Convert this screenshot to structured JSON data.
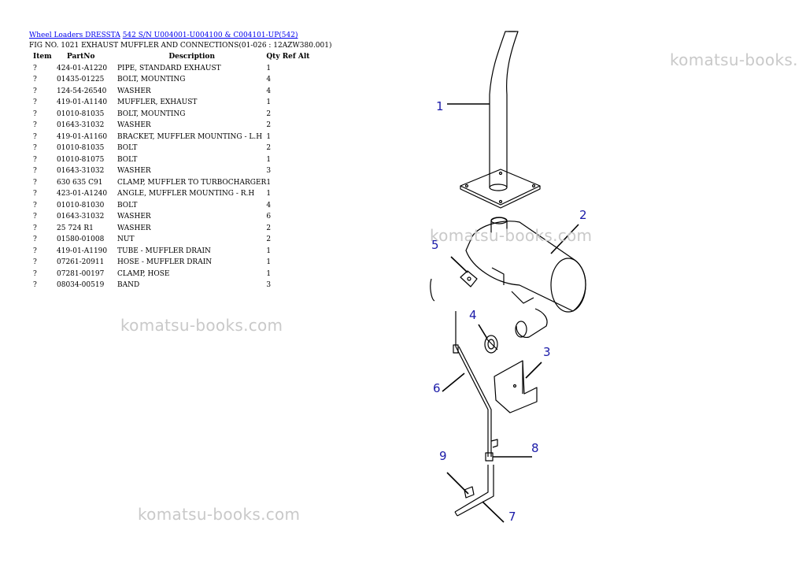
{
  "breadcrumb": {
    "model_link": "Wheel Loaders DRESSTA",
    "serial_link": "542 S/N U004001-U004100 & C004101-UP(542)"
  },
  "figure_title": "FIG NO. 1021 EXHAUST MUFFLER AND CONNECTIONS(01-026 : 12AZW380.001)",
  "table": {
    "headers": {
      "item": "Item",
      "partno": "PartNo",
      "description": "Description",
      "qty": "Qty Ref Alt"
    },
    "rows": [
      {
        "item": "?",
        "partno": "424-01-A1220",
        "description": "PIPE, STANDARD EXHAUST",
        "qty": "1"
      },
      {
        "item": "?",
        "partno": "01435-01225",
        "description": "BOLT, MOUNTING",
        "qty": "4"
      },
      {
        "item": "?",
        "partno": "124-54-26540",
        "description": "WASHER",
        "qty": "4"
      },
      {
        "item": "?",
        "partno": "419-01-A1140",
        "description": "MUFFLER, EXHAUST",
        "qty": "1"
      },
      {
        "item": "?",
        "partno": "01010-81035",
        "description": "BOLT, MOUNTING",
        "qty": "2"
      },
      {
        "item": "?",
        "partno": "01643-31032",
        "description": "WASHER",
        "qty": "2"
      },
      {
        "item": "?",
        "partno": "419-01-A1160",
        "description": "BRACKET, MUFFLER MOUNTING - L.H",
        "qty": "1"
      },
      {
        "item": "?",
        "partno": "01010-81035",
        "description": "BOLT",
        "qty": "2"
      },
      {
        "item": "?",
        "partno": "01010-81075",
        "description": "BOLT",
        "qty": "1"
      },
      {
        "item": "?",
        "partno": "01643-31032",
        "description": "WASHER",
        "qty": "3"
      },
      {
        "item": "?",
        "partno": "630 635 C91",
        "description": "CLAMP, MUFFLER TO TURBOCHARGER",
        "qty": "1"
      },
      {
        "item": "?",
        "partno": "423-01-A1240",
        "description": "ANGLE, MUFFLER MOUNTING - R.H",
        "qty": "1"
      },
      {
        "item": "?",
        "partno": "01010-81030",
        "description": "BOLT",
        "qty": "4"
      },
      {
        "item": "?",
        "partno": "01643-31032",
        "description": "WASHER",
        "qty": "6"
      },
      {
        "item": "?",
        "partno": "25 724 R1",
        "description": "WASHER",
        "qty": "2"
      },
      {
        "item": "?",
        "partno": "01580-01008",
        "description": "NUT",
        "qty": "2"
      },
      {
        "item": "?",
        "partno": "419-01-A1190",
        "description": "TUBE - MUFFLER DRAIN",
        "qty": "1"
      },
      {
        "item": "?",
        "partno": "07261-20911",
        "description": "HOSE - MUFFLER DRAIN",
        "qty": "1"
      },
      {
        "item": "?",
        "partno": "07281-00197",
        "description": "CLAMP, HOSE",
        "qty": "1"
      },
      {
        "item": "?",
        "partno": "08034-00519",
        "description": "BAND",
        "qty": "3"
      }
    ]
  },
  "watermarks": [
    "komatsu-books.",
    "komatsu-books.com",
    "komatsu-books.com",
    "komatsu-books.com"
  ],
  "callouts": [
    "1",
    "2",
    "3",
    "4",
    "5",
    "6",
    "7",
    "8",
    "9"
  ],
  "colors": {
    "link": "#0000ee",
    "callout": "#1a1aa8",
    "watermark": "#c9c9c9"
  }
}
